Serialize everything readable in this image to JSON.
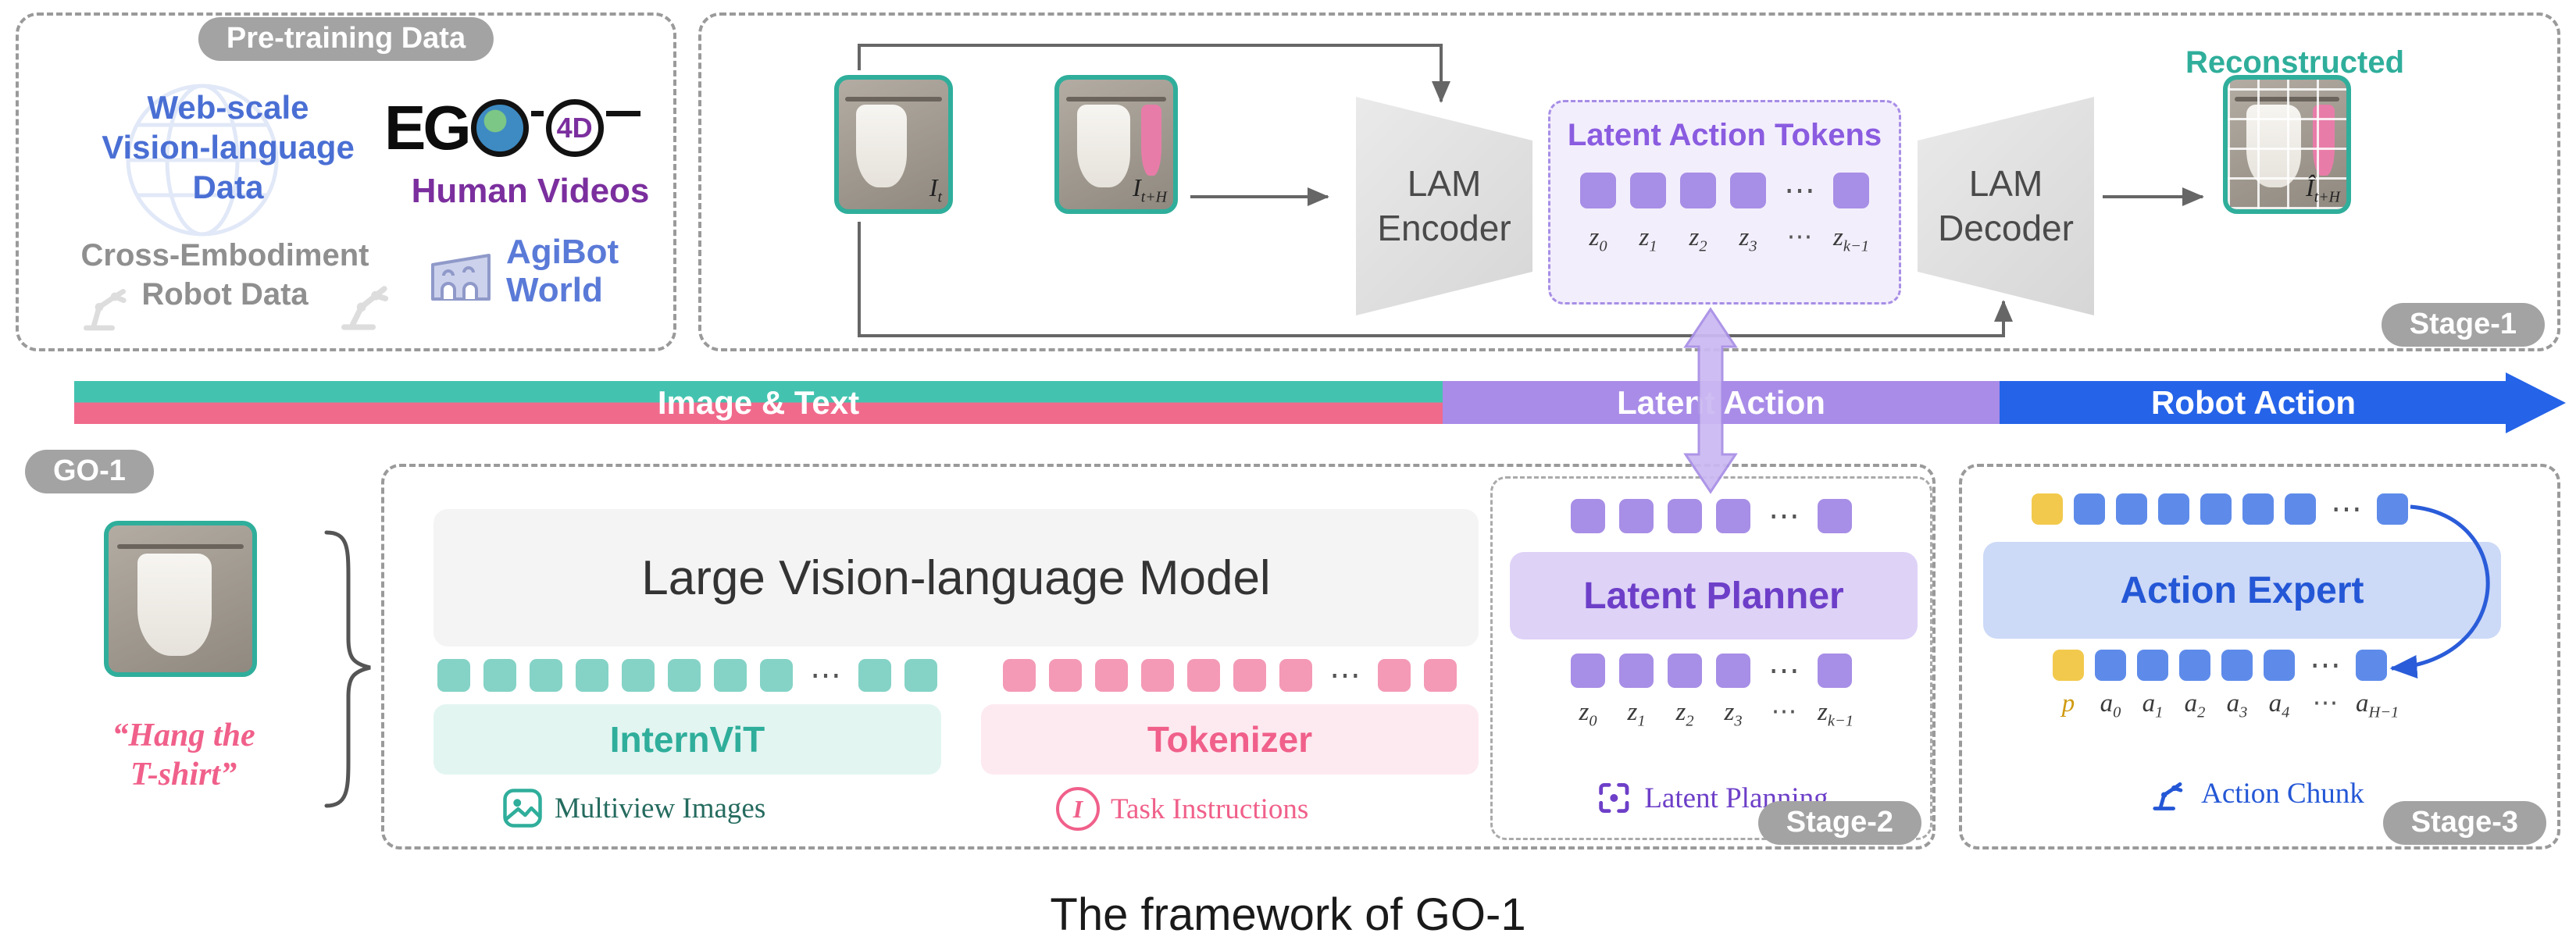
{
  "colors": {
    "teal": "#2fae9b",
    "teal-sq": "#84d3c6",
    "teal-bg": "#e2f5f1",
    "pink": "#f0608a",
    "pink-sq": "#f49ab6",
    "pink-bg": "#fdeaf0",
    "purple-sq": "#a78ee6",
    "purple-bg": "#ded2f7",
    "blue": "#2457d6",
    "blue-sq": "#5e8bea",
    "blue-bg": "#ccd9f7",
    "yellow-sq": "#f2c94c",
    "badge-gray": "#a3a3a3",
    "bar-teal": "#43c3af",
    "bar-pink": "#f06a8c",
    "bar-purple": "#a98ce8",
    "bar-blue": "#2563e8",
    "box-border": "#9a9a9a"
  },
  "caption": "The framework of GO-1",
  "pretraining": {
    "badge": "Pre-training Data",
    "web_scale": "Web-scale\nVision-language\nData",
    "ego_prefix": "EG",
    "ego_lens": "4D",
    "human_videos": "Human Videos",
    "cross_embodiment": "Cross-Embodiment\nRobot Data",
    "agibot_world": "AgiBot\nWorld"
  },
  "stage1": {
    "badge": "Stage-1",
    "encoder_label": "LAM\nEncoder",
    "decoder_label": "LAM\nDecoder",
    "tokens_title": "Latent Action Tokens",
    "reconstructed": "Reconstructed",
    "img_t_label": [
      [
        "I",
        "t"
      ]
    ],
    "img_th_label": [
      [
        "I",
        "t+H"
      ]
    ],
    "recon_label": [
      [
        "Î",
        "t+H"
      ]
    ],
    "token_cells": [
      "purple",
      "purple",
      "purple",
      "purple",
      "dots",
      "purple"
    ],
    "token_labels": [
      [
        "z",
        "0"
      ],
      [
        "z",
        "1"
      ],
      [
        "z",
        "2"
      ],
      [
        "z",
        "3"
      ],
      [
        "⋯",
        ""
      ],
      [
        "z",
        "k−1"
      ]
    ]
  },
  "bar": {
    "image_text": "Image & Text",
    "latent_action": "Latent Action",
    "robot_action": "Robot Action"
  },
  "go1": {
    "badge": "GO-1",
    "instruction": "“Hang the\nT-shirt”"
  },
  "stage2": {
    "badge": "Stage-2",
    "lvlm": "Large Vision-language Model",
    "internvit": "InternViT",
    "tokenizer": "Tokenizer",
    "multiview": "Multiview Images",
    "task_instructions": "Task Instructions",
    "vision_cells": [
      "teal",
      "teal",
      "teal",
      "teal",
      "teal",
      "teal",
      "teal",
      "teal",
      "dots",
      "teal",
      "teal"
    ],
    "text_cells": [
      "pink",
      "pink",
      "pink",
      "pink",
      "pink",
      "pink",
      "pink",
      "dots",
      "pink",
      "pink"
    ],
    "planner": {
      "title": "Latent Planner",
      "top_cells": [
        "purple",
        "purple",
        "purple",
        "purple",
        "dots",
        "purple"
      ],
      "bottom_cells": [
        "purple",
        "purple",
        "purple",
        "purple",
        "dots",
        "purple"
      ],
      "token_labels": [
        [
          "z",
          "0"
        ],
        [
          "z",
          "1"
        ],
        [
          "z",
          "2"
        ],
        [
          "z",
          "3"
        ],
        [
          "⋯",
          ""
        ],
        [
          "z",
          "k−1"
        ]
      ],
      "planning_label": "Latent Planning"
    }
  },
  "stage3": {
    "badge": "Stage-3",
    "action_expert": "Action Expert",
    "top_cells": [
      "yellow",
      "blue",
      "blue",
      "blue",
      "blue",
      "blue",
      "blue",
      "dots",
      "blue"
    ],
    "bottom_cells": [
      "yellow",
      "blue",
      "blue",
      "blue",
      "blue",
      "blue",
      "dots",
      "blue"
    ],
    "token_labels": [
      [
        "p",
        ""
      ],
      [
        "a",
        "0"
      ],
      [
        "a",
        "1"
      ],
      [
        "a",
        "2"
      ],
      [
        "a",
        "3"
      ],
      [
        "a",
        "4"
      ],
      [
        "⋯",
        ""
      ],
      [
        "a",
        "H−1"
      ]
    ],
    "action_chunk": "Action Chunk"
  }
}
